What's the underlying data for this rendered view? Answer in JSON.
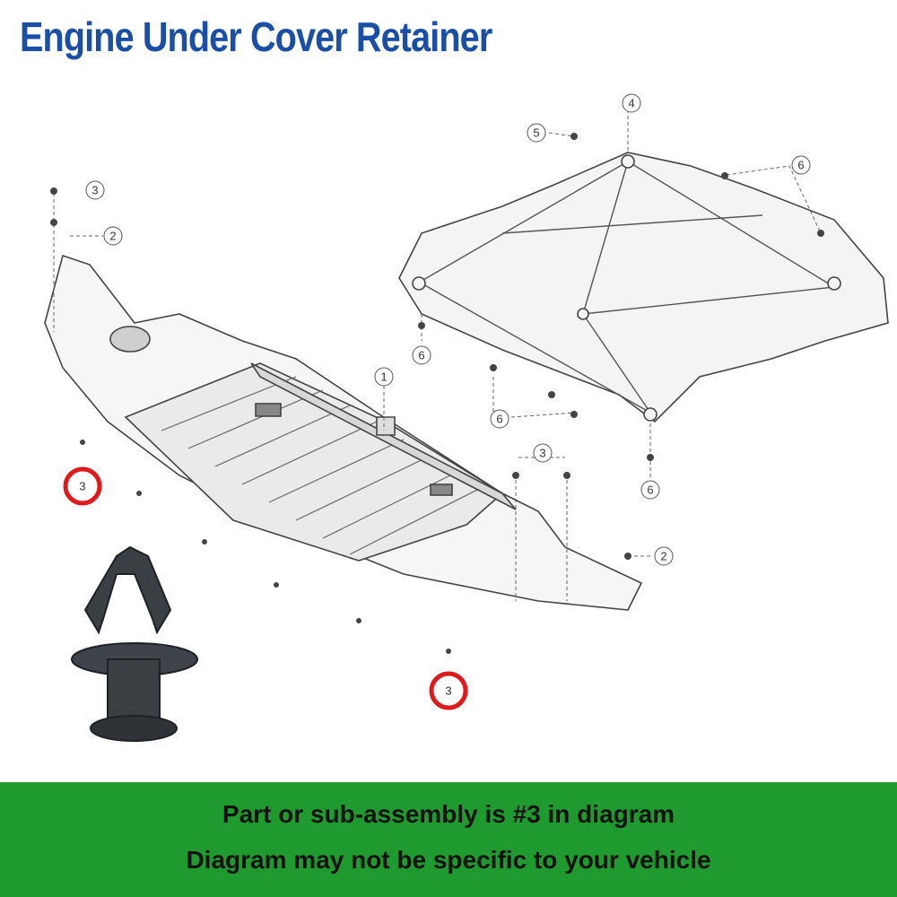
{
  "header": {
    "title": "Engine Under Cover Retainer"
  },
  "diagram": {
    "callouts": [
      {
        "id": "c3-top-left",
        "label": "3",
        "highlighted": false
      },
      {
        "id": "c2-top-left",
        "label": "2",
        "highlighted": false
      },
      {
        "id": "c1",
        "label": "1",
        "highlighted": false
      },
      {
        "id": "c3-left-red",
        "label": "3",
        "highlighted": true
      },
      {
        "id": "c4",
        "label": "4",
        "highlighted": false
      },
      {
        "id": "c5",
        "label": "5",
        "highlighted": false
      },
      {
        "id": "c6-top-right",
        "label": "6",
        "highlighted": false
      },
      {
        "id": "c6-mid-left",
        "label": "6",
        "highlighted": false
      },
      {
        "id": "c6-mid",
        "label": "6",
        "highlighted": false
      },
      {
        "id": "c6-right",
        "label": "6",
        "highlighted": false
      },
      {
        "id": "c3-right",
        "label": "3",
        "highlighted": false
      },
      {
        "id": "c2-right",
        "label": "2",
        "highlighted": false
      },
      {
        "id": "c3-bottom-red",
        "label": "3",
        "highlighted": true
      }
    ],
    "highlight_color": "#e0191b"
  },
  "footer": {
    "line1": "Part or sub-assembly is #3 in diagram",
    "line2": "Diagram may not be specific to your vehicle",
    "background": "#1f9a2e"
  }
}
